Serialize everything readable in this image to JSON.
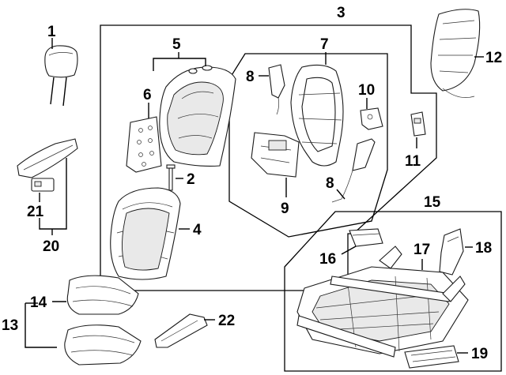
{
  "callouts": {
    "c1": "1",
    "c2": "2",
    "c3": "3",
    "c4": "4",
    "c5": "5",
    "c6": "6",
    "c7": "7",
    "c8a": "8",
    "c8b": "8",
    "c9": "9",
    "c10": "10",
    "c11": "11",
    "c12": "12",
    "c13": "13",
    "c14": "14",
    "c15": "15",
    "c16": "16",
    "c17": "17",
    "c18": "18",
    "c19": "19",
    "c20": "20",
    "c21": "21",
    "c22": "22"
  },
  "colors": {
    "line": "#000000",
    "part_fill": "#ffffff",
    "shade": "#e9e9e9"
  }
}
